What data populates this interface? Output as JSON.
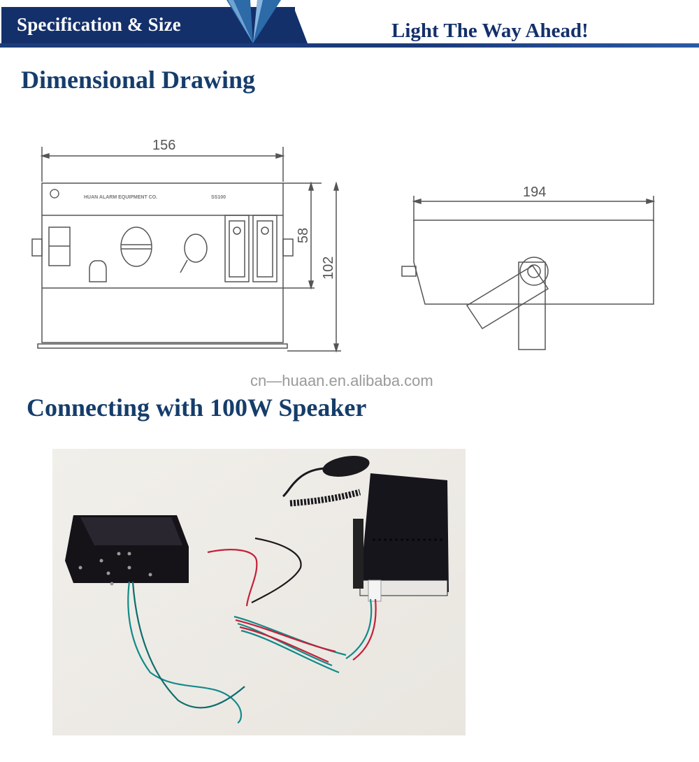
{
  "header": {
    "section_label": "Specification & Size",
    "tagline": "Light The Way Ahead!",
    "colors": {
      "banner": "#14306b",
      "accent": "#2a5aa5",
      "heading": "#153d6b"
    }
  },
  "dimensional_drawing": {
    "title": "Dimensional Drawing",
    "front_view": {
      "width_label": "156",
      "panel_height_label": "58",
      "total_height_label": "102",
      "panel_text": "HUAN ALARM EQUIPMENT CO.",
      "model_text": "SS100"
    },
    "side_view": {
      "length_label": "194"
    }
  },
  "watermark": "cn—huaan.en.alibaba.com",
  "connection": {
    "title": "Connecting with 100W Speaker",
    "photo_alt": "Siren amplifier with microphone connected to 100W speaker via red, black and green wires"
  }
}
